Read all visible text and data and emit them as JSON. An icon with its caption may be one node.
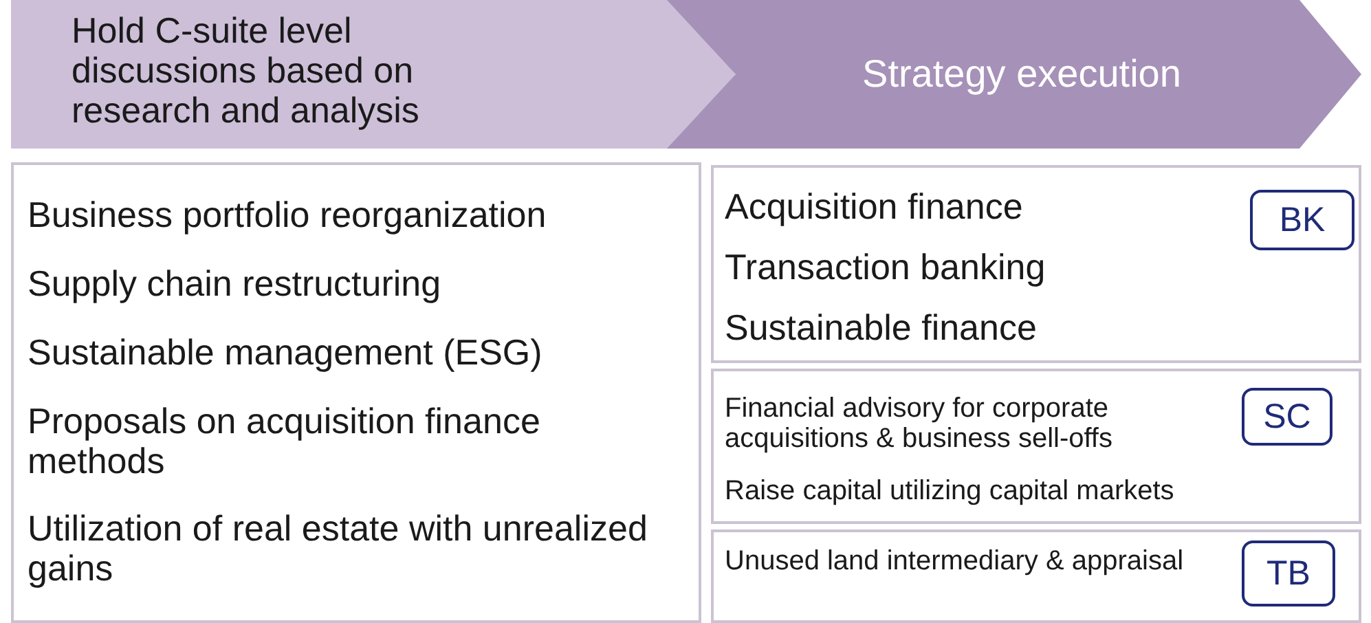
{
  "diagram": {
    "nodes": [
      {
        "text": [
          "Hold C-suite level discussions based on research and analysis"
        ]
      },
      {
        "text": [
          "Strategy execution"
        ]
      },
      {
        "text": [
          "Business portfolio reorganization",
          "Supply chain restructuring",
          "Sustainable management (ESG)",
          "Proposals on acquisition finance methods",
          "Utilization of real estate with unrealized gains"
        ]
      },
      {
        "text": [
          "Acquisition finance",
          "Transaction banking",
          "Sustainable finance"
        ]
      },
      {
        "text": [
          "BK"
        ],
        "in": 3
      },
      {
        "text": [
          "Financial advisory for corporate acquisitions & business sell-offs",
          "Raise capital utilizing capital markets"
        ]
      },
      {
        "text": [
          "SC"
        ],
        "in": 5
      },
      {
        "text": [
          "Unused land intermediary & appraisal"
        ]
      },
      {
        "text": [
          "TB"
        ],
        "in": 7
      }
    ]
  }
}
